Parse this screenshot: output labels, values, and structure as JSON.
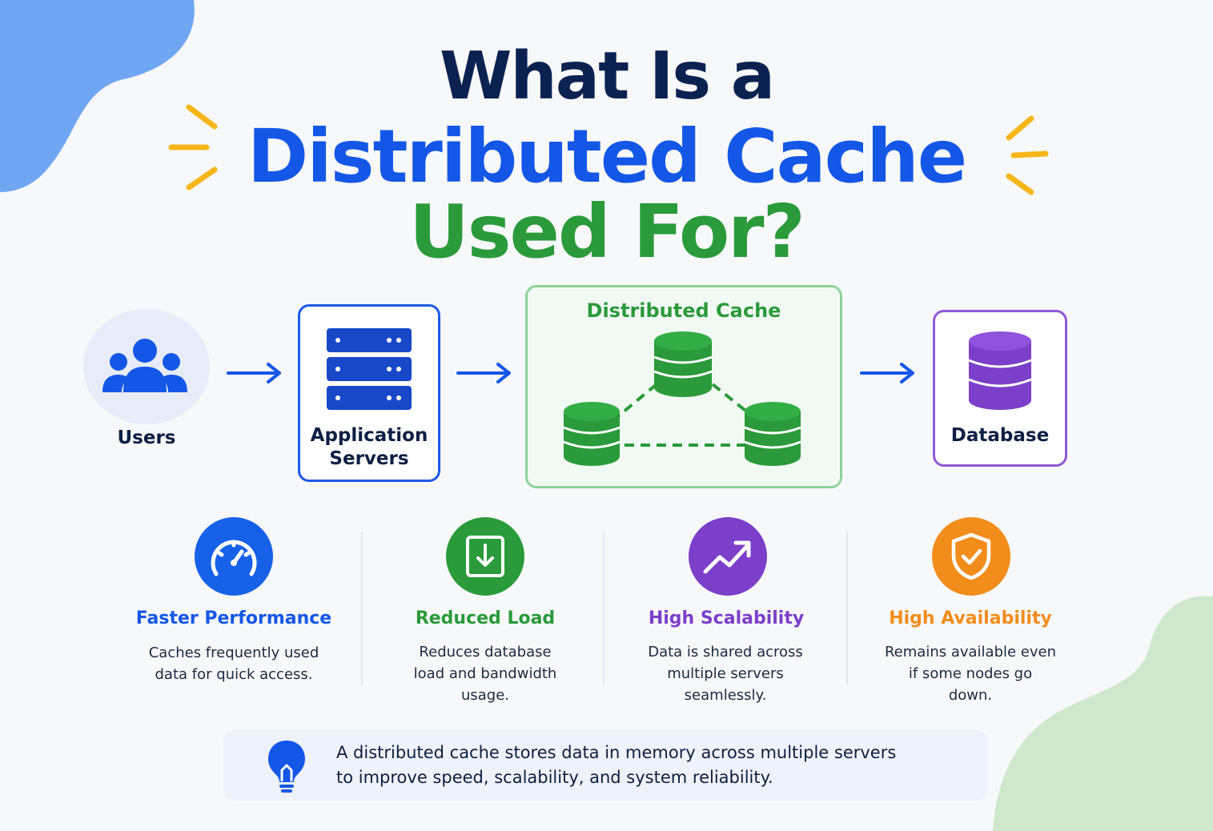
{
  "title": {
    "line1": "What Is a",
    "line2": "Distributed Cache",
    "line3": "Used For?"
  },
  "colors": {
    "navy": "#0b2251",
    "blue": "#1457e6",
    "green": "#2a9a3a",
    "purple": "#7b3fc9",
    "orange": "#f28c1b",
    "spark": "#f6b619"
  },
  "flow": {
    "users": {
      "label": "Users",
      "icon": "users-icon"
    },
    "app_servers": {
      "label_line1": "Application",
      "label_line2": "Servers",
      "icon": "server-rack-icon"
    },
    "cache": {
      "label": "Distributed Cache",
      "icon": "cache-node-icon"
    },
    "database": {
      "label": "Database",
      "icon": "database-icon"
    }
  },
  "features": [
    {
      "title": "Faster Performance",
      "desc_line1": "Caches frequently used",
      "desc_line2": "data for quick access.",
      "desc_line3": "",
      "icon": "speedometer-icon"
    },
    {
      "title": "Reduced Load",
      "desc_line1": "Reduces database",
      "desc_line2": "load and bandwidth",
      "desc_line3": "usage.",
      "icon": "download-box-icon"
    },
    {
      "title": "High Scalability",
      "desc_line1": "Data is shared across",
      "desc_line2": "multiple servers",
      "desc_line3": "seamlessly.",
      "icon": "trend-up-icon"
    },
    {
      "title": "High Availability",
      "desc_line1": "Remains available even",
      "desc_line2": "if some nodes go",
      "desc_line3": "down.",
      "icon": "shield-check-icon"
    }
  ],
  "note": {
    "line1": "A distributed cache stores data in memory across multiple servers",
    "line2": "to improve speed, scalability, and system reliability.",
    "icon": "lightbulb-icon"
  }
}
